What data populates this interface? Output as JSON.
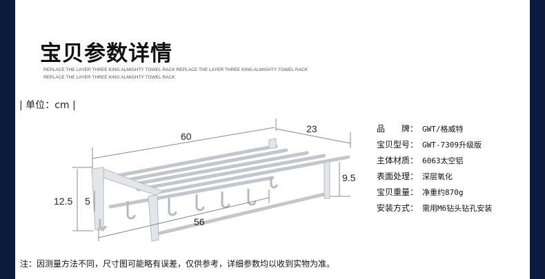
{
  "header": {
    "title": "宝贝参数详情",
    "subtitle_line1": "REPLACE THE LAYER THREE KING ALMIGHTY TOWEL RACK REPLACE THE LAYER THREE KING ALMIGHTY TOWEL RACK",
    "subtitle_line2": "REPLACE THE LAYER THREE KING ALMIGHTY TOWEL RACK"
  },
  "unit_label": "| 单位：cm |",
  "dimensions": {
    "length": "60",
    "depth": "23",
    "height": "9.5",
    "side_height": "12.5",
    "hook_gap": "5",
    "bar_length": "56"
  },
  "specs": [
    {
      "key": "品　　牌：",
      "value": "GWT/格威特"
    },
    {
      "key": "宝贝型号：",
      "value": "GWT-7309升级版"
    },
    {
      "key": "主体材质：",
      "value": "6063太空铝"
    },
    {
      "key": "表面处理：",
      "value": "深层氧化"
    },
    {
      "key": "宝贝重量：",
      "value": "净重约870g"
    },
    {
      "key": "安装方式：",
      "value": "需用M6钻头钻孔安装"
    }
  ],
  "note": "注：因测量方法不同，尺寸图可能略有误差，仅供参考，详细参数均以收到实物为准。",
  "colors": {
    "border": "#0b1a3d",
    "metal": "#c9ccd2"
  }
}
